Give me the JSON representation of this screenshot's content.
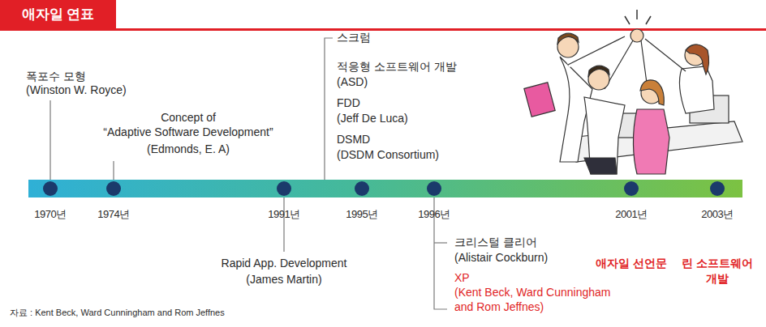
{
  "diagram": {
    "title": "애자일 연표",
    "labels": [
      "폭포수 모형",
      "(Winston W. Royce)",
      "Concept of",
      "“Adaptive Software Development”",
      "(Edmonds, E. A)",
      "스크럼",
      "적응형 소프트웨어 개발",
      "(ASD)",
      "FDD",
      "(Jeff De Luca)",
      "DSMD",
      "(DSDM Consortium)",
      "1970년",
      "1974년",
      "1991년",
      "1995년",
      "1996년",
      "2001년",
      "2003년",
      "Rapid App. Development",
      "(James Martin)",
      "크리스털 클리어",
      "(Alistair Cockburn)",
      "XP",
      "(Kent Beck, Ward Cunningham",
      "and Rom Jeffnes)",
      "애자일 선언문",
      "린 소프트웨어",
      "개발",
      "자료 : Kent Beck, Ward Cunningham and Rom Jeffnes"
    ]
  }
}
